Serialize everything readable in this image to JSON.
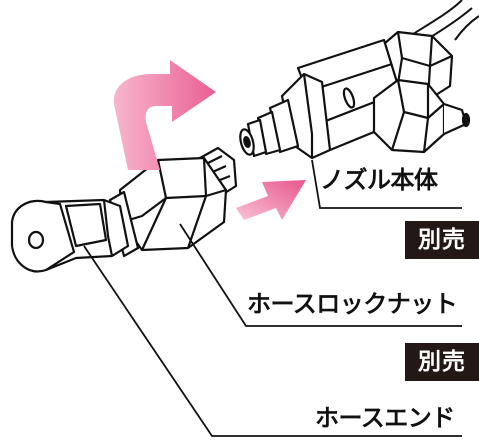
{
  "labels": {
    "nozzle_body": "ノズル本体",
    "nozzle_body_badge": "別売",
    "hose_lock_nut": "ホースロックナット",
    "hose_lock_nut_badge": "別売",
    "hose_end": "ホースエンド"
  },
  "colors": {
    "line": "#111111",
    "badge_bg": "#231815",
    "badge_text": "#ffffff",
    "arrow_pink": "#ee6f9c"
  }
}
